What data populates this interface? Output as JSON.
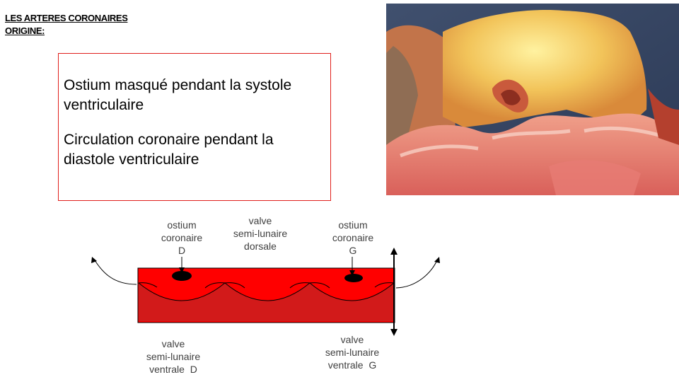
{
  "header": {
    "line1": "LES ARTERES CORONAIRES",
    "line2": "ORIGINE:"
  },
  "textbox": {
    "para1_line1": "Ostium masqué pendant la systole",
    "para1_line2": "ventriculaire",
    "para2_line1": "Circulation coronaire pendant la",
    "para2_line2": "diastole ventriculaire"
  },
  "diagram": {
    "label_ostium_d": [
      "ostium",
      "coronaire",
      "D"
    ],
    "label_valve_dorsale": [
      "valve",
      "semi-lunaire",
      "dorsale"
    ],
    "label_ostium_g": [
      "ostium",
      "coronaire",
      "G"
    ],
    "label_valve_ventrale_d": [
      "valve",
      "semi-lunaire",
      "ventrale  D"
    ],
    "label_valve_ventrale_g": [
      "valve",
      "semi-lunaire",
      "ventrale  G"
    ]
  }
}
